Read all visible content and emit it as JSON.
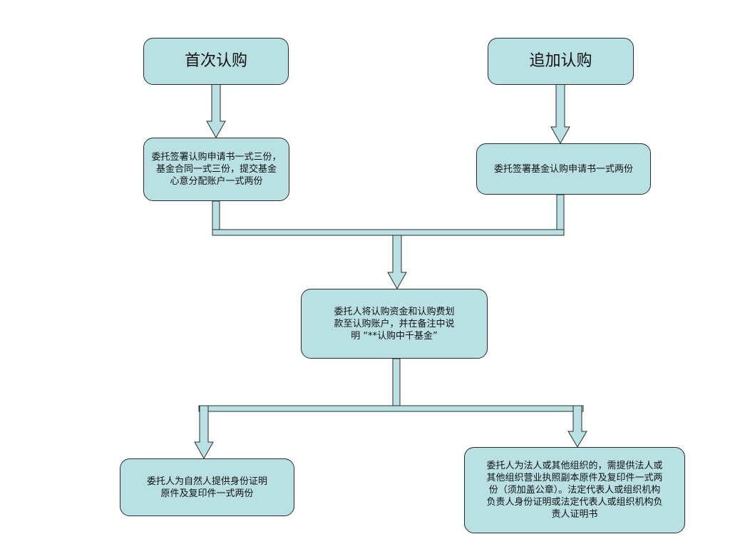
{
  "colors": {
    "box_fill": "#b9e1e3",
    "box_border": "#2b2b2b",
    "connector_fill": "#b9e1e3"
  },
  "nodes": {
    "first_purchase": "首次认购",
    "additional_purchase": "追加认购",
    "first_docs": "委托签署认购申请书一式三份，\n基金合同一式三份，提交基金\n心意分配账户一式两份",
    "additional_docs": "委托签署基金认购申请书一式两份",
    "transfer_funds": "委托人将认购资金和认购费划\n款至认购账户，并在备注中说\n明 “**认购中千基金”",
    "natural_person": "委托人为自然人提供身份证明\n原件及复印件一式两份",
    "legal_entity": "委托人为法人或其他组织的，需提供法人或\n其他组织营业执照副本原件及复印件一式两\n份（须加盖公章）。法定代表人或组织机构\n负责人身份证明或法定代表人或组织机构负\n责人证明书"
  }
}
